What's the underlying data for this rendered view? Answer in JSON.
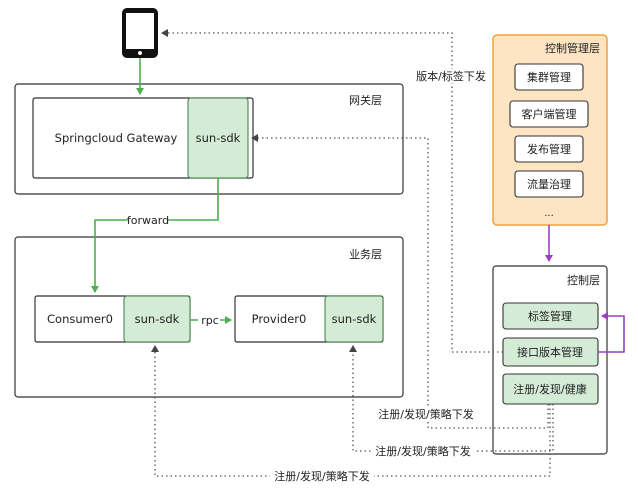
{
  "gateway_layer": {
    "title": "网关层",
    "gateway_label": "Springcloud Gateway",
    "sdk_label": "sun-sdk"
  },
  "business_layer": {
    "title": "业务层",
    "consumer_label": "Consumer0",
    "consumer_sdk_label": "sun-sdk",
    "provider_label": "Provider0",
    "provider_sdk_label": "sun-sdk"
  },
  "edges": {
    "forward": "forward",
    "rpc": "rpc",
    "version_push": "版本/标签下发",
    "register_gateway": "注册/发现/策略下发",
    "register_provider": "注册/发现/策略下发",
    "register_consumer": "注册/发现/策略下发"
  },
  "control_mgmt_layer": {
    "title": "控制管理层",
    "items": [
      "集群管理",
      "客户端管理",
      "发布管理",
      "流量治理"
    ],
    "more": "..."
  },
  "control_layer": {
    "title": "控制层",
    "items": [
      "标签管理",
      "接口版本管理",
      "注册/发现/健康"
    ]
  },
  "colors": {
    "green_fill": "#d4ecd6",
    "green_stroke": "#5a8f5e",
    "green_arrow": "#4caf50",
    "purple_arrow": "#9c3fbf",
    "orange_fill": "#fde5c4",
    "orange_stroke": "#f0a040",
    "dark_stroke": "#333333",
    "dotted": "#555555"
  },
  "icons": {
    "device": "tablet-icon"
  }
}
